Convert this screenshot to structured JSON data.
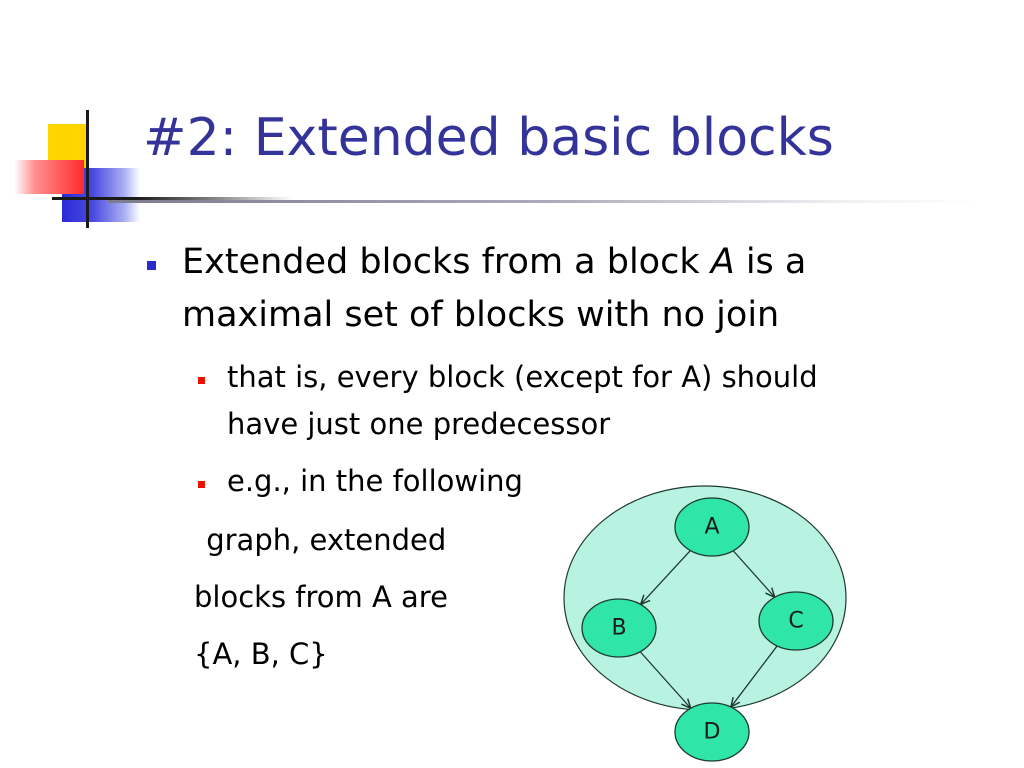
{
  "slide": {
    "title": "#2: Extended basic blocks",
    "bullet1": {
      "text_before": "Extended blocks from a block ",
      "text_italic": "A",
      "text_after": " is a",
      "line2": "maximal set of blocks with no join"
    },
    "sub_bullets": [
      {
        "line1": "that is, every block (except for A) should",
        "line2": "have just one predecessor"
      },
      {
        "line1": "e.g., in the following"
      }
    ],
    "continuation": [
      " graph, extended",
      "blocks from A are",
      "{A, B, C}"
    ]
  },
  "diagram": {
    "nodes": [
      {
        "id": "A",
        "label": "A"
      },
      {
        "id": "B",
        "label": "B"
      },
      {
        "id": "C",
        "label": "C"
      },
      {
        "id": "D",
        "label": "D"
      }
    ],
    "edges": [
      {
        "from": "A",
        "to": "B"
      },
      {
        "from": "A",
        "to": "C"
      },
      {
        "from": "B",
        "to": "D"
      },
      {
        "from": "C",
        "to": "D"
      }
    ],
    "colors": {
      "region_fill": "#b8f3e2",
      "node_fill": "#2fe6a8",
      "stroke": "#1e3a30"
    }
  }
}
